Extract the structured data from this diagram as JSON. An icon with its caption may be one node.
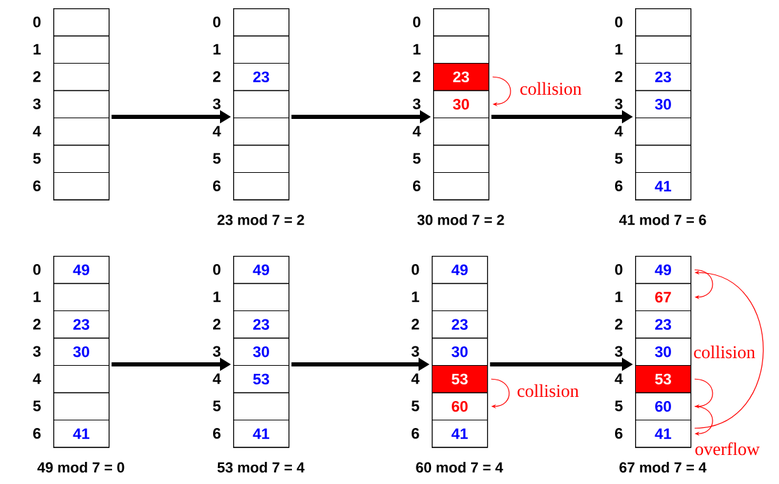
{
  "diagram": {
    "nodes": [
      {
        "text": [],
        "shape": "box"
      },
      {
        "text": [],
        "shape": "box",
        "in": 0,
        "beside": [
          "0"
        ]
      },
      {
        "text": [],
        "shape": "box",
        "in": 0,
        "beside": [
          "1"
        ]
      },
      {
        "text": [],
        "shape": "box",
        "in": 0,
        "beside": [
          "2"
        ]
      },
      {
        "text": [],
        "shape": "box",
        "in": 0,
        "beside": [
          "3"
        ]
      },
      {
        "text": [],
        "shape": "box",
        "in": 0,
        "beside": [
          "4"
        ]
      },
      {
        "text": [],
        "shape": "box",
        "in": 0,
        "beside": [
          "5"
        ]
      },
      {
        "text": [],
        "shape": "box",
        "in": 0,
        "beside": [
          "6"
        ]
      },
      {
        "text": [],
        "shape": "box",
        "beside": [
          "23 mod 7 = 2"
        ]
      },
      {
        "text": [],
        "shape": "box",
        "in": 8,
        "beside": [
          "0"
        ]
      },
      {
        "text": [],
        "shape": "box",
        "in": 8,
        "beside": [
          "1"
        ]
      },
      {
        "text": [
          "23"
        ],
        "in": 8,
        "beside": [
          "2"
        ]
      },
      {
        "text": [],
        "shape": "box",
        "in": 8,
        "beside": [
          "3"
        ]
      },
      {
        "text": [],
        "shape": "box",
        "in": 8,
        "beside": [
          "4"
        ]
      },
      {
        "text": [],
        "shape": "box",
        "in": 8,
        "beside": [
          "5"
        ]
      },
      {
        "text": [],
        "shape": "box",
        "in": 8,
        "beside": [
          "6"
        ]
      },
      {
        "text": [],
        "shape": "box",
        "beside": [
          "30 mod 7 = 2"
        ]
      },
      {
        "text": [],
        "shape": "box",
        "in": 16,
        "beside": [
          "0"
        ]
      },
      {
        "text": [],
        "shape": "box",
        "in": 16,
        "beside": [
          "1"
        ]
      },
      {
        "text": [
          "23"
        ],
        "in": 16,
        "beside": [
          "2"
        ]
      },
      {
        "text": [
          "30"
        ],
        "in": 16,
        "beside": [
          "3"
        ]
      },
      {
        "text": [],
        "shape": "box",
        "in": 16,
        "beside": [
          "4"
        ]
      },
      {
        "text": [],
        "shape": "box",
        "in": 16,
        "beside": [
          "5"
        ]
      },
      {
        "text": [],
        "shape": "box",
        "in": 16,
        "beside": [
          "6"
        ]
      },
      {
        "text": [],
        "shape": "box",
        "beside": [
          "41 mod 7 = 6"
        ]
      },
      {
        "text": [],
        "shape": "box",
        "in": 24,
        "beside": [
          "0"
        ]
      },
      {
        "text": [],
        "shape": "box",
        "in": 24,
        "beside": [
          "1"
        ]
      },
      {
        "text": [
          "23"
        ],
        "in": 24,
        "beside": [
          "2"
        ]
      },
      {
        "text": [
          "30"
        ],
        "in": 24,
        "beside": [
          "3"
        ]
      },
      {
        "text": [],
        "shape": "box",
        "in": 24,
        "beside": [
          "4"
        ]
      },
      {
        "text": [],
        "shape": "box",
        "in": 24,
        "beside": [
          "5"
        ]
      },
      {
        "text": [
          "41"
        ],
        "in": 24,
        "beside": [
          "6"
        ]
      },
      {
        "text": [],
        "shape": "box",
        "beside": [
          "49 mod 7 = 0"
        ]
      },
      {
        "text": [
          "49"
        ],
        "in": 32,
        "beside": [
          "0"
        ]
      },
      {
        "text": [],
        "shape": "box",
        "in": 32,
        "beside": [
          "1"
        ]
      },
      {
        "text": [
          "23"
        ],
        "in": 32,
        "beside": [
          "2"
        ]
      },
      {
        "text": [
          "30"
        ],
        "in": 32,
        "beside": [
          "3"
        ]
      },
      {
        "text": [],
        "shape": "box",
        "in": 32,
        "beside": [
          "4"
        ]
      },
      {
        "text": [],
        "shape": "box",
        "in": 32,
        "beside": [
          "5"
        ]
      },
      {
        "text": [
          "41"
        ],
        "in": 32,
        "beside": [
          "6"
        ]
      },
      {
        "text": [],
        "shape": "box",
        "beside": [
          "53 mod 7 = 4"
        ]
      },
      {
        "text": [
          "49"
        ],
        "in": 40,
        "beside": [
          "0"
        ]
      },
      {
        "text": [],
        "shape": "box",
        "in": 40,
        "beside": [
          "1"
        ]
      },
      {
        "text": [
          "23"
        ],
        "in": 40,
        "beside": [
          "2"
        ]
      },
      {
        "text": [
          "30"
        ],
        "in": 40,
        "beside": [
          "3"
        ]
      },
      {
        "text": [
          "53"
        ],
        "in": 40,
        "beside": [
          "4"
        ]
      },
      {
        "text": [],
        "shape": "box",
        "in": 40,
        "beside": [
          "5"
        ]
      },
      {
        "text": [
          "41"
        ],
        "in": 40,
        "beside": [
          "6"
        ]
      },
      {
        "text": [],
        "shape": "box",
        "beside": [
          "60 mod 7 = 4"
        ]
      },
      {
        "text": [
          "49"
        ],
        "in": 48,
        "beside": [
          "0"
        ]
      },
      {
        "text": [],
        "shape": "box",
        "in": 48,
        "beside": [
          "1"
        ]
      },
      {
        "text": [
          "23"
        ],
        "in": 48,
        "beside": [
          "2"
        ]
      },
      {
        "text": [
          "30"
        ],
        "in": 48,
        "beside": [
          "3"
        ]
      },
      {
        "text": [
          "53"
        ],
        "in": 48,
        "beside": [
          "4"
        ]
      },
      {
        "text": [
          "60"
        ],
        "in": 48,
        "beside": [
          "5"
        ]
      },
      {
        "text": [
          "41"
        ],
        "in": 48,
        "beside": [
          "6"
        ]
      },
      {
        "text": [],
        "shape": "box",
        "beside": [
          "67 mod 7 = 4"
        ]
      },
      {
        "text": [
          "49"
        ],
        "in": 56,
        "beside": [
          "0"
        ]
      },
      {
        "text": [
          "67"
        ],
        "in": 56,
        "beside": [
          "1"
        ]
      },
      {
        "text": [
          "23"
        ],
        "in": 56,
        "beside": [
          "2"
        ]
      },
      {
        "text": [
          "30"
        ],
        "in": 56,
        "beside": [
          "3"
        ]
      },
      {
        "text": [
          "53"
        ],
        "in": 56,
        "beside": [
          "4"
        ]
      },
      {
        "text": [
          "60"
        ],
        "in": 56,
        "beside": [
          "5"
        ]
      },
      {
        "text": [
          "41"
        ],
        "in": 56,
        "beside": [
          "6"
        ]
      }
    ],
    "edges": [
      {
        "from": 0,
        "to": 8,
        "arrow": "to",
        "style": "thick"
      },
      {
        "from": 8,
        "to": 16,
        "arrow": "to",
        "style": "thick"
      },
      {
        "from": 16,
        "to": 24,
        "arrow": "to",
        "style": "thick"
      },
      {
        "from": 32,
        "to": 40,
        "arrow": "to",
        "style": "thick"
      },
      {
        "from": 40,
        "to": 48,
        "arrow": "to",
        "style": "thick"
      },
      {
        "from": 48,
        "to": 56,
        "arrow": "to",
        "style": "thick"
      },
      {
        "from": 19,
        "to": 20,
        "arrow": "to",
        "color": "#ff0000",
        "label": "collision"
      },
      {
        "from": 53,
        "to": 54,
        "arrow": "to",
        "color": "#ff0000",
        "label": "collision"
      },
      {
        "from": 57,
        "to": 58,
        "arrow": "to",
        "color": "#ff0000"
      },
      {
        "from": 61,
        "to": 62,
        "arrow": "to",
        "color": "#ff0000",
        "label": "collision"
      },
      {
        "from": 62,
        "to": 63,
        "arrow": "to",
        "color": "#ff0000"
      },
      {
        "from": 63,
        "to": 57,
        "arrow": "to",
        "color": "#ff0000",
        "label": "overflow"
      }
    ]
  }
}
